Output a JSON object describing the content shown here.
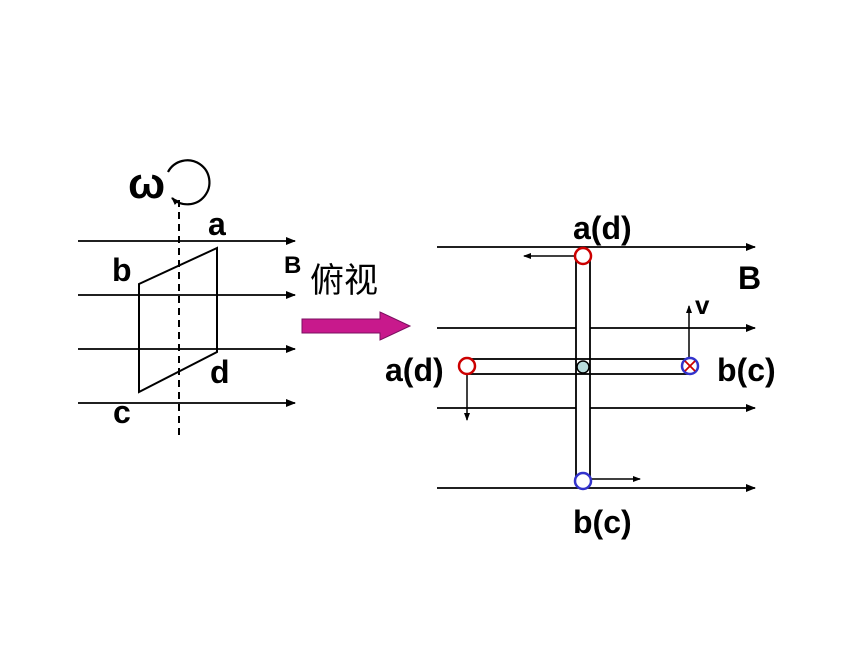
{
  "left": {
    "omega": "ω",
    "a": "a",
    "b": "b",
    "c": "c",
    "d": "d",
    "field": "B"
  },
  "arrow_label": "俯视",
  "right": {
    "top": "a(d)",
    "bottom": "b(c)",
    "left": "a(d)",
    "right": "b(c)",
    "field": "B",
    "velocity": "v"
  },
  "colors": {
    "line": "#000000",
    "arrow_fill": "#c8198c",
    "point_a": "#cc0000",
    "point_b": "#3333cc",
    "axis_point": "#b8dcdc"
  }
}
